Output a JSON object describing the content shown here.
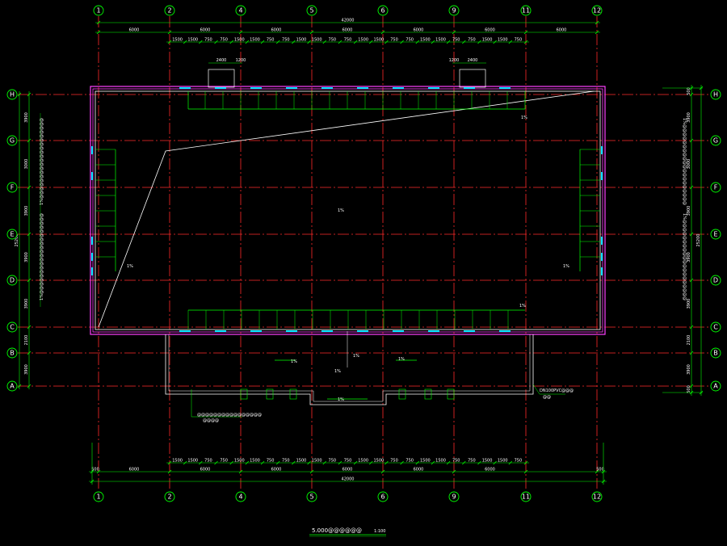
{
  "colors": {
    "background": "#000000",
    "axis_line": "#ff2a2a",
    "bubble": "#00ff00",
    "dimension": "#00ff00",
    "wall_outer": "#ff40ff",
    "wall_inner": "#ffffff",
    "gutter": "#00ff00",
    "drain": "#00e5ff",
    "slope_line": "#ffffff",
    "text": "#ffffff"
  },
  "grid": {
    "columns": [
      "1",
      "2",
      "4",
      "5",
      "6",
      "9",
      "11",
      "12"
    ],
    "rows": [
      "H",
      "G",
      "F",
      "E",
      "D",
      "C",
      "B",
      "A"
    ]
  },
  "dimensions": {
    "overall_top": "42000",
    "overall_bottom": "42000",
    "overall_side": "25200",
    "bays_top": [
      "6000",
      "6000",
      "6000",
      "6000",
      "6000",
      "6000",
      "6000"
    ],
    "bays_bottom": [
      "6000",
      "6000",
      "6000",
      "6000",
      "6000",
      "6000"
    ],
    "edge_bottom_left": "500",
    "edge_bottom_right": "500",
    "sub_bays": [
      "1500",
      "1500",
      "750",
      "750",
      "1500",
      "1500",
      "750",
      "750",
      "1500",
      "1500",
      "750",
      "750",
      "1500",
      "1500",
      "750",
      "750",
      "1500",
      "1500",
      "750",
      "750",
      "1500",
      "1500",
      "750"
    ],
    "sub_bays_bottom": [
      "1500",
      "1500",
      "750",
      "750",
      "1500",
      "1500",
      "750",
      "750",
      "1500",
      "1500",
      "750",
      "750",
      "1500",
      "1500",
      "750",
      "750",
      "1500",
      "1500",
      "750",
      "750",
      "1500",
      "1500",
      "750"
    ],
    "rows_left": [
      "3900",
      "3000",
      "3900",
      "3900",
      "3900",
      "2100",
      "3900"
    ],
    "rows_right": [
      "500",
      "3900",
      "3000",
      "3900",
      "3900",
      "3900",
      "2100",
      "3900",
      "500"
    ],
    "hatch_top_left": "2400",
    "hatch_top_left_b": "1200",
    "hatch_top_right": "2400",
    "hatch_top_right_b": "1200",
    "side_drain_left": "1%@@@@@@@@@@@@@@@@@@@@",
    "side_drain_right": "1%@@@@@@@@@@@@@@@@@@@@"
  },
  "labels": {
    "gutter_slope": "1%",
    "center_note": "1%",
    "canopy_note": "1%",
    "canopy_arrow_a": "1%",
    "canopy_arrow_b": "1%",
    "canopy_arrow_c": "1%",
    "left_callout": "@@@@@@@@@@@@@@@@",
    "left_callout_sub": "@@@@",
    "right_callout": "DN100PVC@@@",
    "right_callout_sub": "@@",
    "drawing_title": "5.000@@@@@@",
    "drawing_scale": "1:100"
  }
}
